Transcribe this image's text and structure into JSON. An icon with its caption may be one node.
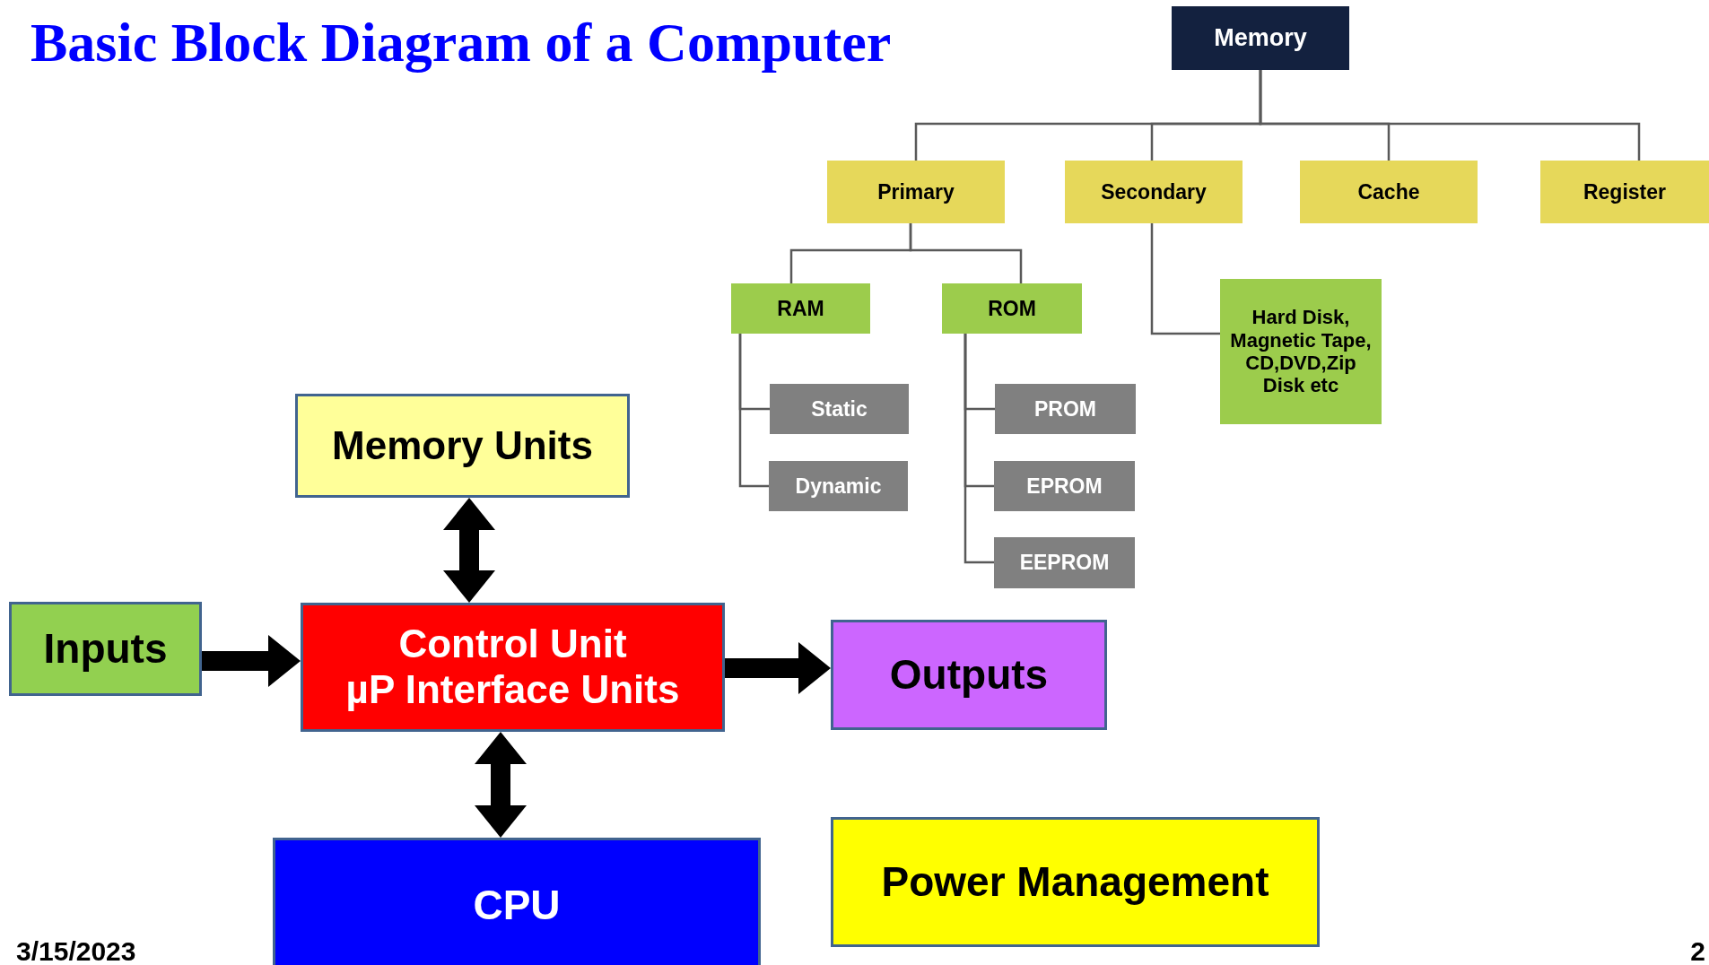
{
  "diagram": {
    "title": "Basic Block Diagram of a Computer",
    "nodes": [
      {
        "text": [
          "Memory Units"
        ]
      },
      {
        "text": [
          "Inputs"
        ]
      },
      {
        "text": [
          "Control Unit",
          "µP Interface Units"
        ]
      },
      {
        "text": [
          "Outputs"
        ]
      },
      {
        "text": [
          "CPU"
        ]
      },
      {
        "text": [
          "Power Management"
        ]
      },
      {
        "text": [
          "Memory"
        ]
      },
      {
        "text": [
          "Primary"
        ]
      },
      {
        "text": [
          "Secondary"
        ]
      },
      {
        "text": [
          "Cache"
        ]
      },
      {
        "text": [
          "Register"
        ]
      },
      {
        "text": [
          "RAM"
        ]
      },
      {
        "text": [
          "ROM"
        ]
      },
      {
        "text": [
          "Hard Disk, Magnetic Tape, CD,DVD,Zip Disk etc"
        ]
      },
      {
        "text": [
          "Static"
        ]
      },
      {
        "text": [
          "Dynamic"
        ]
      },
      {
        "text": [
          "PROM"
        ]
      },
      {
        "text": [
          "EPROM"
        ]
      },
      {
        "text": [
          "EEPROM"
        ]
      }
    ],
    "edges": [
      {
        "from": 0,
        "to": 2,
        "arrow": "both",
        "style": "thick",
        "color": "#000000"
      },
      {
        "from": 1,
        "to": 2,
        "arrow": "to",
        "style": "thick",
        "color": "#000000"
      },
      {
        "from": 2,
        "to": 3,
        "arrow": "to",
        "style": "thick",
        "color": "#000000"
      },
      {
        "from": 2,
        "to": 4,
        "arrow": "both",
        "style": "thick",
        "color": "#000000"
      },
      {
        "from": 6,
        "to": 7,
        "arrow": "none"
      },
      {
        "from": 6,
        "to": 8,
        "arrow": "none"
      },
      {
        "from": 6,
        "to": 9,
        "arrow": "none"
      },
      {
        "from": 6,
        "to": 10,
        "arrow": "none"
      },
      {
        "from": 7,
        "to": 11,
        "arrow": "none"
      },
      {
        "from": 7,
        "to": 12,
        "arrow": "none"
      },
      {
        "from": 8,
        "to": 13,
        "arrow": "none"
      },
      {
        "from": 11,
        "to": 14,
        "arrow": "none"
      },
      {
        "from": 11,
        "to": 15,
        "arrow": "none"
      },
      {
        "from": 12,
        "to": 16,
        "arrow": "none"
      },
      {
        "from": 12,
        "to": 17,
        "arrow": "none"
      },
      {
        "from": 12,
        "to": 18,
        "arrow": "none"
      }
    ],
    "labels": [
      "3/15/2023",
      "2"
    ]
  }
}
